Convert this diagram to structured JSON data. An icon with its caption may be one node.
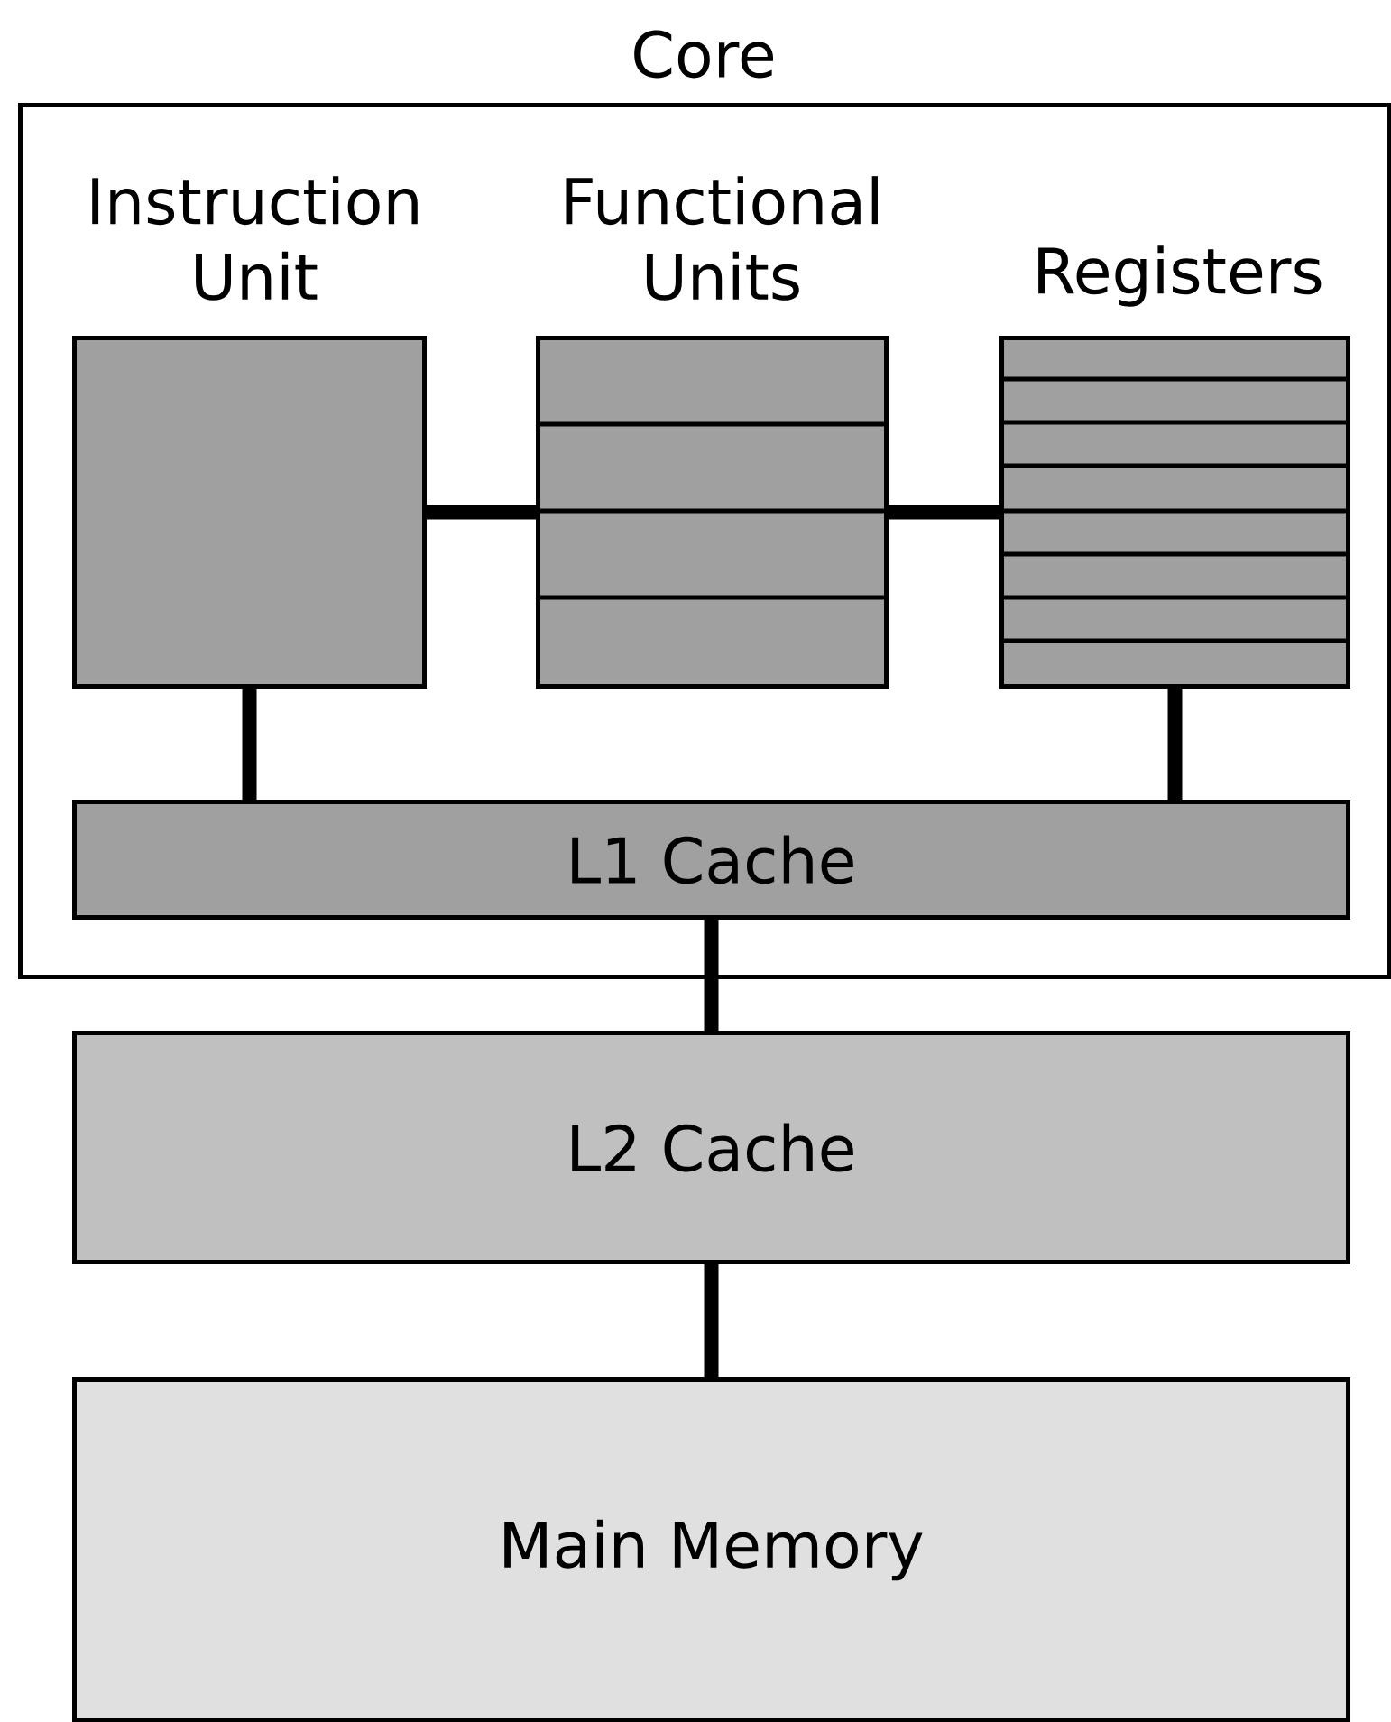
{
  "diagram": {
    "nodes": [
      {
        "text": [
          "Core"
        ]
      },
      {
        "text": [
          "Instruction Unit"
        ],
        "in": 0
      },
      {
        "text": [
          "Functional Units"
        ],
        "in": 0
      },
      {
        "text": [
          "Registers"
        ],
        "in": 0
      },
      {
        "text": [
          "L1 Cache"
        ],
        "in": 0
      },
      {
        "text": [
          "L2 Cache"
        ]
      },
      {
        "text": [
          "Main Memory"
        ]
      }
    ],
    "edges": [
      {
        "from": 1,
        "to": 2,
        "arrow": "none"
      },
      {
        "from": 2,
        "to": 3,
        "arrow": "none"
      },
      {
        "from": 1,
        "to": 4,
        "arrow": "none"
      },
      {
        "from": 3,
        "to": 4,
        "arrow": "none"
      },
      {
        "from": 4,
        "to": 5,
        "arrow": "none"
      },
      {
        "from": 5,
        "to": 6,
        "arrow": "none"
      }
    ]
  }
}
